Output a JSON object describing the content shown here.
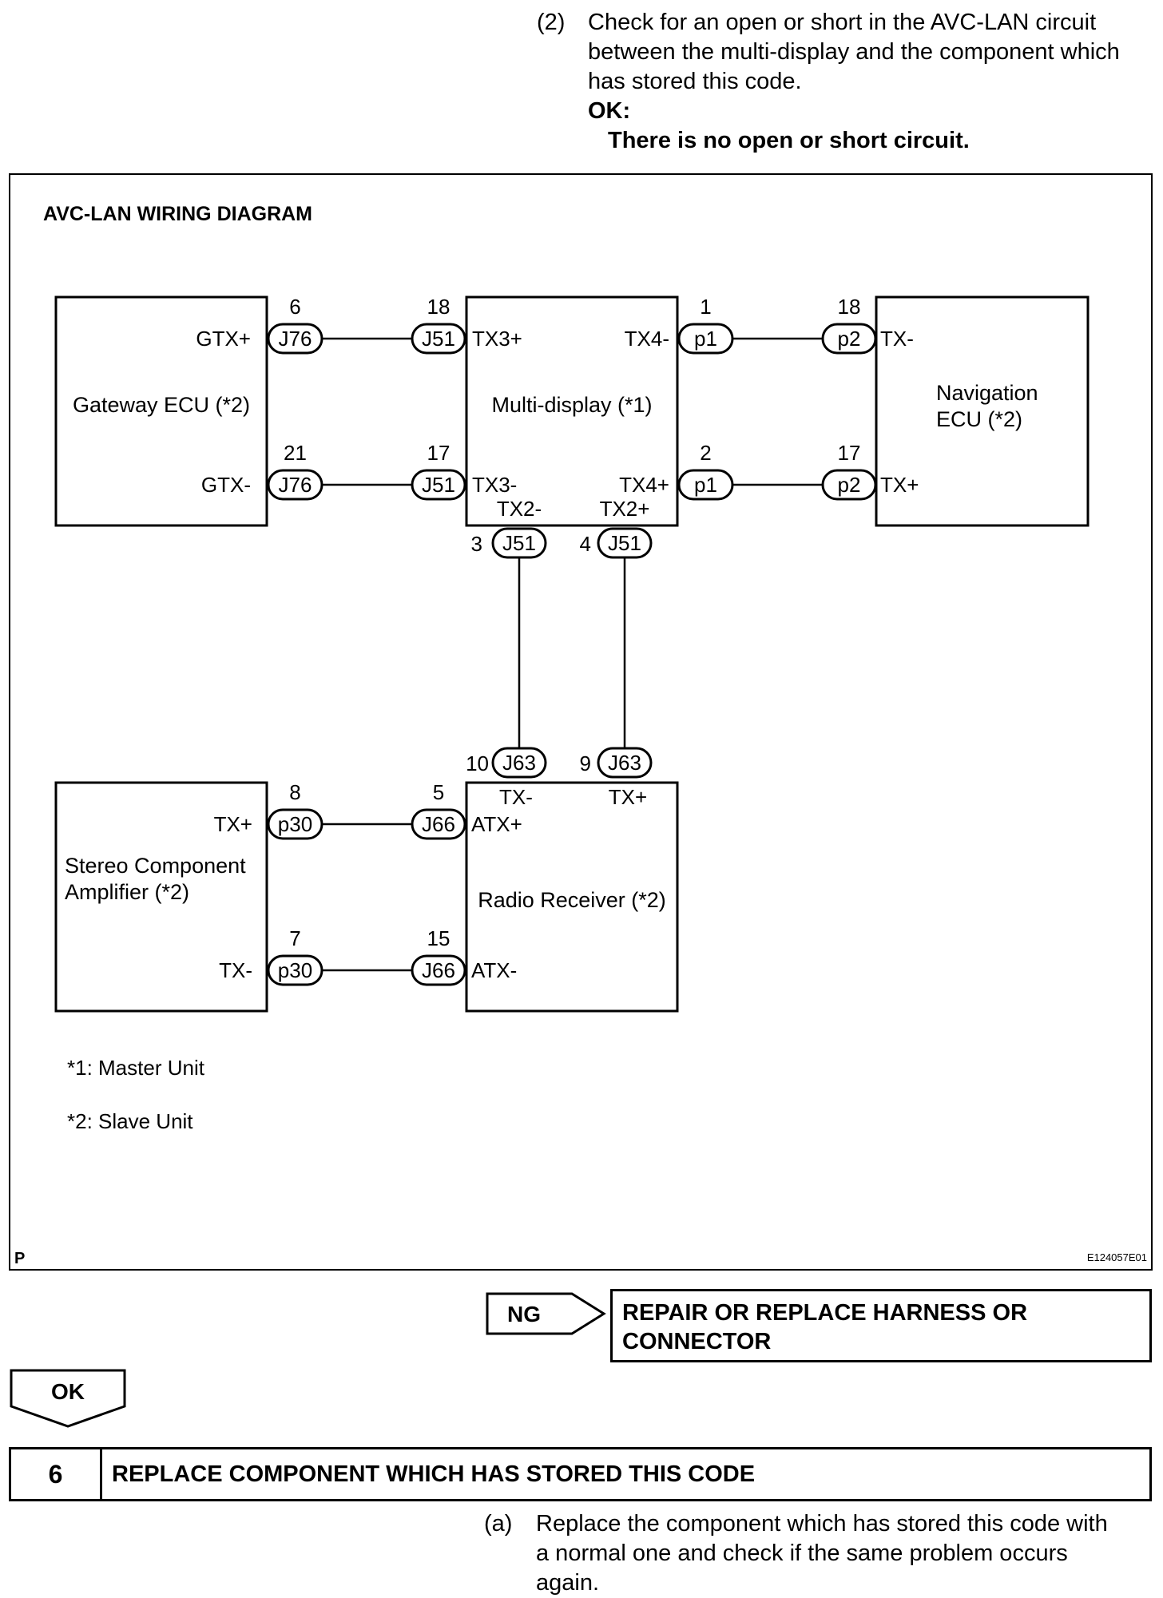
{
  "step_check": {
    "number": "(2)",
    "lines": [
      "Check for an open or short in the AVC-LAN circuit",
      "between the multi-display and the component which",
      "has stored this code."
    ],
    "ok_label": "OK:",
    "ok_text": "There is no open or short circuit."
  },
  "diagram": {
    "title": "AVC-LAN WIRING DIAGRAM",
    "components": {
      "gateway": "Gateway ECU (*2)",
      "multi_display": "Multi-display (*1)",
      "navigation_line1": "Navigation",
      "navigation_line2": "ECU (*2)",
      "stereo_line1": "Stereo Component",
      "stereo_line2": "Amplifier (*2)",
      "radio": "Radio Receiver (*2)"
    },
    "signals": {
      "gtx_plus": "GTX+",
      "gtx_minus": "GTX-",
      "tx3_plus": "TX3+",
      "tx3_minus": "TX3-",
      "tx4_minus": "TX4-",
      "tx4_plus": "TX4+",
      "tx2_minus": "TX2-",
      "tx2_plus": "TX2+",
      "nav_tx_minus": "TX-",
      "nav_tx_plus": "TX+",
      "stereo_tx_plus": "TX+",
      "stereo_tx_minus": "TX-",
      "radio_atx_plus": "ATX+",
      "radio_atx_minus": "ATX-",
      "radio_tx_minus": "TX-",
      "radio_tx_plus": "TX+"
    },
    "connectors": {
      "j76": "J76",
      "j51": "J51",
      "p1": "p1",
      "p2": "p2",
      "j63": "J63",
      "j66": "J66",
      "p30": "p30"
    },
    "pins": {
      "gw_top": "6",
      "md_left_top": "18",
      "md_right_top": "1",
      "nav_top": "18",
      "gw_bot": "21",
      "md_left_bot": "17",
      "md_right_bot": "2",
      "nav_bot": "17",
      "md_bottom_left": "3",
      "md_bottom_right": "4",
      "radio_top_left": "10",
      "radio_top_right": "9",
      "stereo_top": "8",
      "radio_left_top": "5",
      "stereo_bot": "7",
      "radio_left_bot": "15"
    },
    "notes": [
      "*1: Master Unit",
      "*2: Slave Unit"
    ],
    "corner_left": "P",
    "corner_right": "E124057E01"
  },
  "flow": {
    "ng_label": "NG",
    "ng_result_line1": "REPAIR OR REPLACE HARNESS OR",
    "ng_result_line2": "CONNECTOR",
    "ok_label": "OK",
    "step_number": "6",
    "step_title": "REPLACE COMPONENT WHICH HAS STORED THIS CODE"
  },
  "step_replace": {
    "number": "(a)",
    "lines": [
      "Replace the component which has stored this code with",
      "a normal one and check if the same problem occurs",
      "again."
    ]
  }
}
